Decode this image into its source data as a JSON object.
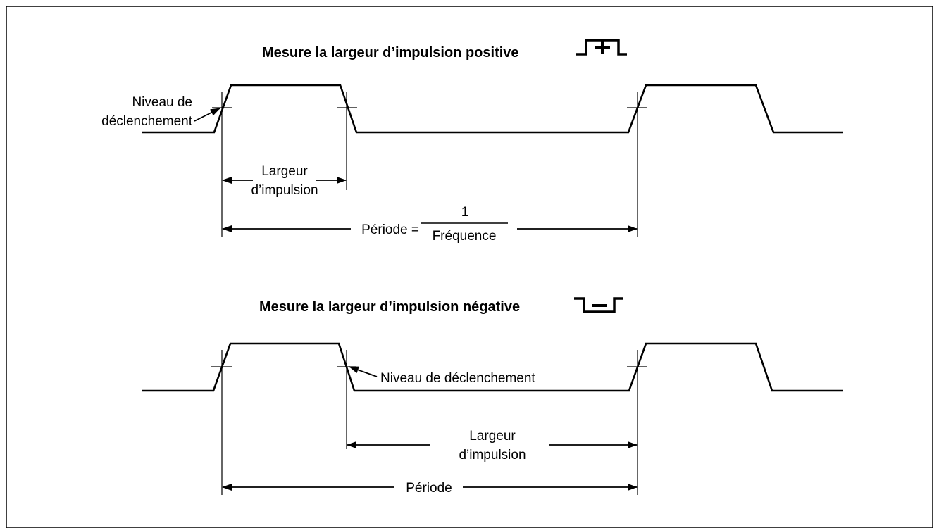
{
  "diagram": {
    "positive": {
      "title": "Mesure la largeur d’impulsion positive",
      "icon": "positive-pulse-width-icon",
      "trigger_label_line1": "Niveau de",
      "trigger_label_line2": "déclenchement",
      "width_label_line1": "Largeur",
      "width_label_line2": "d’impulsion",
      "period_label": "Période =",
      "fraction_numerator": "1",
      "fraction_denominator": "Fréquence"
    },
    "negative": {
      "title": "Mesure la largeur d’impulsion négative",
      "icon": "negative-pulse-width-icon",
      "trigger_label": "Niveau de déclenchement",
      "width_label_line1": "Largeur",
      "width_label_line2": "d’impulsion",
      "period_label": "Période"
    }
  }
}
